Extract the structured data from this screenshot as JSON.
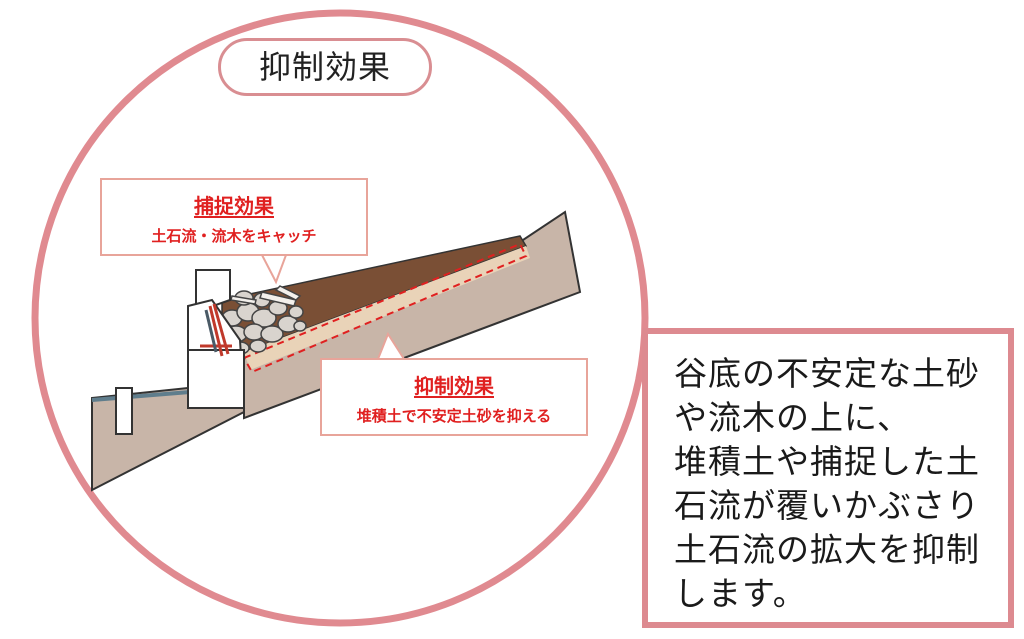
{
  "colors": {
    "circle_border": "#e08a90",
    "box_border": "#dd8a90",
    "callout_border": "#e8a49a",
    "accent_red": "#e02020",
    "ground": "#c8b5a8",
    "deposit": "#7a4f35"
  },
  "title": "抑制効果",
  "callout_capture": {
    "heading": "捕捉効果",
    "text": "土石流・流木をキャッチ"
  },
  "callout_suppress": {
    "heading": "抑制効果",
    "text": "堆積土で不安定土砂を抑える"
  },
  "description": {
    "lines": [
      "谷底の不安定な土砂",
      "や流木の上に、",
      "堆積土や捕捉した土",
      "石流が覆いかぶさり",
      "土石流の拡大を抑制",
      "します。"
    ]
  }
}
